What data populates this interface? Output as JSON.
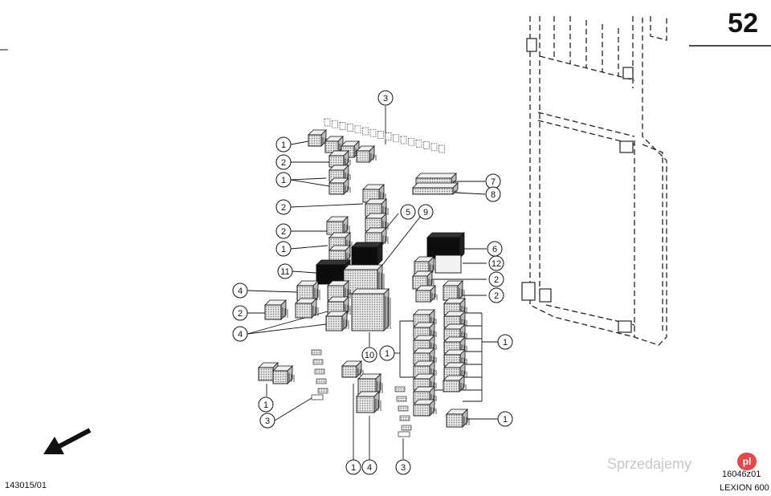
{
  "page_number": "52",
  "drawing_code_left": "143015/01",
  "drawing_code_right": "16046z01",
  "machine_model": "LEXION 600",
  "watermark_text": "Sprzedajemy",
  "watermark_badge": "pl",
  "callouts": {
    "c1": "3",
    "c2": "1",
    "c3": "2",
    "c4": "1",
    "c5": "7",
    "c6": "8",
    "c7": "2",
    "c8": "5",
    "c9": "9",
    "c10": "2",
    "c11": "1",
    "c12": "6",
    "c13": "11",
    "c14": "12",
    "c15": "2",
    "c16": "4",
    "c17": "2",
    "c18": "2",
    "c19": "4",
    "c20": "10",
    "c21": "1",
    "c22": "1",
    "c23": "1",
    "c24": "3",
    "c25": "1",
    "c26": "1",
    "c27": "4",
    "c28": "3"
  },
  "colors": {
    "line": "#1a1a1a",
    "relay_fill": "#d6d6d6",
    "black_relay": "#0d0d0d"
  }
}
